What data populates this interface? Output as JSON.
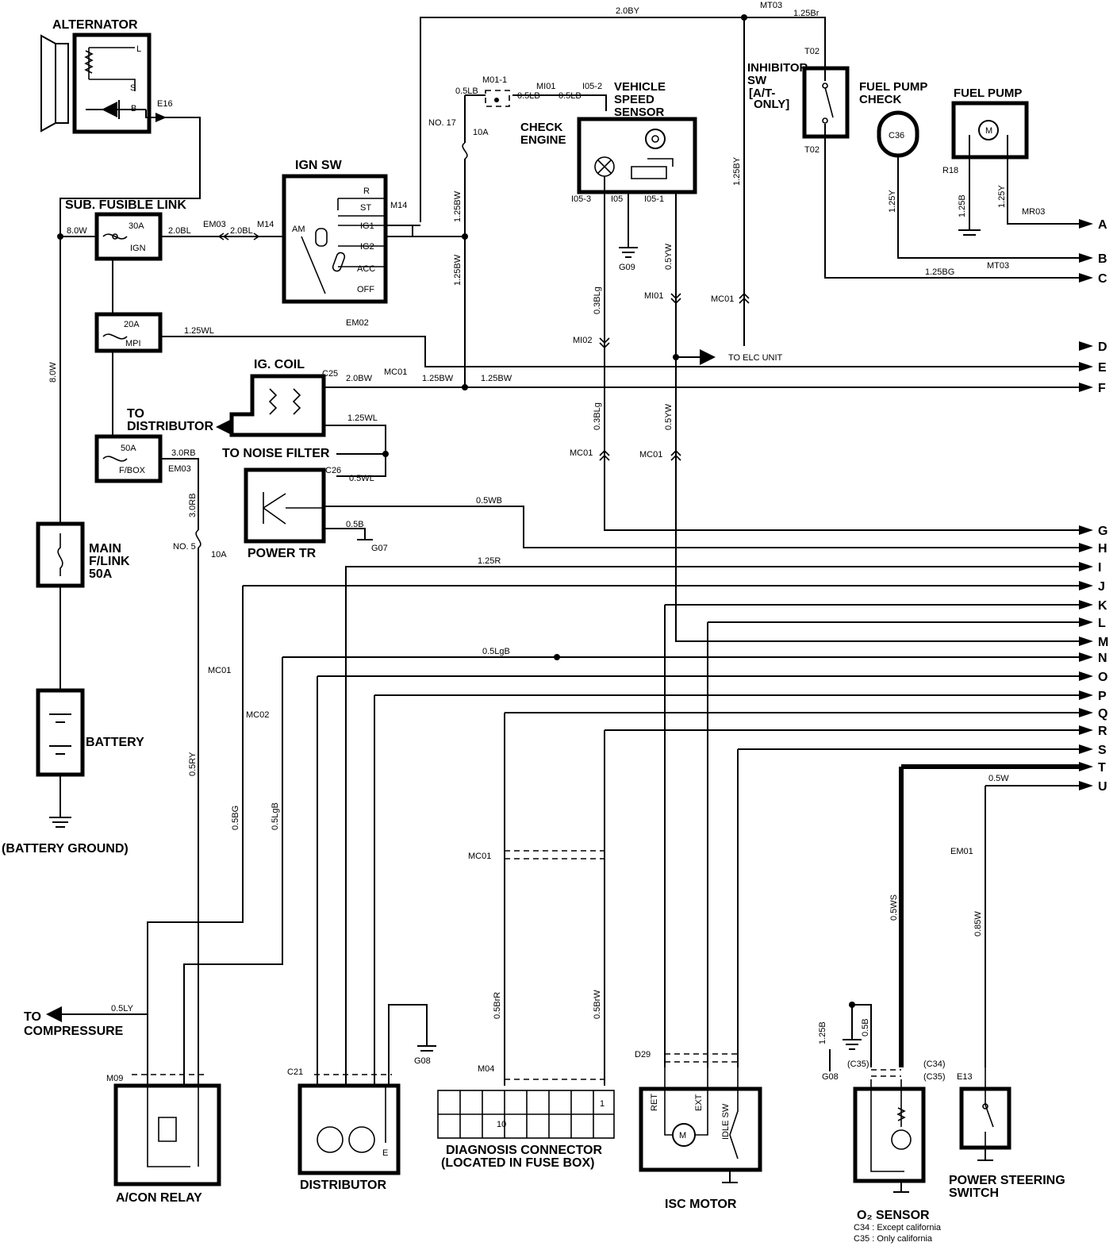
{
  "components": {
    "alternator": "ALTERNATOR",
    "alt_L": "L",
    "alt_S": "S",
    "alt_B": "B",
    "alt_conn": "E16",
    "sub_fusible_link": "SUB. FUSIBLE LINK",
    "ign_fuse": "30A",
    "ign_fuse_name": "IGN",
    "mpi_fuse": "20A",
    "mpi_fuse_name": "MPI",
    "fbox_fuse": "50A",
    "fbox_fuse_name": "F/BOX",
    "main_link_1": "MAIN",
    "main_link_2": "F/LINK",
    "main_link_3": "50A",
    "battery": "BATTERY",
    "battery_ground": "(BATTERY GROUND)",
    "ign_sw": "IGN SW",
    "ign_r": "R",
    "ign_st": "ST",
    "ign_ig1": "IG1",
    "ign_ig2": "IG2",
    "ign_acc": "ACC",
    "ign_off": "OFF",
    "ign_am": "AM",
    "fuse_no17": "NO. 17",
    "fuse_no17_amp": "10A",
    "fuse_no5": "NO. 5",
    "fuse_no5_amp": "10A",
    "check_engine_1": "CHECK",
    "check_engine_2": "ENGINE",
    "vss_1": "VEHICLE",
    "vss_2": "SPEED",
    "vss_3": "SENSOR",
    "inhibitor_1": "INHIBITOR",
    "inhibitor_2": "SW",
    "inhibitor_3": "[A/T-",
    "inhibitor_4": "ONLY]",
    "fuel_pump_check_1": "FUEL PUMP",
    "fuel_pump_check_2": "CHECK",
    "fuel_pump_check_conn": "C36",
    "fuel_pump": "FUEL PUMP",
    "motor_m": "M",
    "ig_coil": "IG. COIL",
    "to_distributor_1": "TO",
    "to_distributor_2": "DISTRIBUTOR",
    "to_noise_filter": "TO NOISE FILTER",
    "power_tr": "POWER TR",
    "to_compressure_1": "TO",
    "to_compressure_2": "COMPRESSURE",
    "acon_relay": "A/CON RELAY",
    "distributor": "DISTRIBUTOR",
    "diag_conn_1": "DIAGNOSIS CONNECTOR",
    "diag_conn_2": "(LOCATED IN FUSE BOX)",
    "isc_motor": "ISC MOTOR",
    "isc_ret": "RET",
    "isc_ext": "EXT",
    "isc_idle": "IDLE SW",
    "o2_sensor": "O₂ SENSOR",
    "o2_note_1": "C34 : Except california",
    "o2_note_2": "C35 : Only california",
    "ps_switch_1": "POWER STEERING",
    "ps_switch_2": "SWITCH",
    "to_elc_unit": "TO ELC UNIT",
    "dist_e": "E",
    "diag_pin10": "10",
    "diag_pin1": "1"
  },
  "outputs": [
    "A",
    "B",
    "C",
    "D",
    "E",
    "F",
    "G",
    "H",
    "I",
    "J",
    "K",
    "L",
    "M",
    "N",
    "O",
    "P",
    "Q",
    "R",
    "S",
    "T",
    "U"
  ],
  "wires": {
    "w_8_0w_a": "8.0W",
    "w_8_0w_b": "8.0W",
    "w_2_0bl_a": "2.0BL",
    "w_2_0bl_b": "2.0BL",
    "w_2_0by": "2.0BY",
    "w_1_25br": "1.25Br",
    "w_1_25by": "1.25BY",
    "w_0_5lb_a": "0.5LB",
    "w_0_5lb_b": "0.5LB",
    "w_0_5lb_c": "0.5LB",
    "w_1_25bw_a": "1.25BW",
    "w_1_25bw_b": "1.25BW",
    "w_1_25bw_c": "1.25BW",
    "w_1_25bw_d": "1.25BW",
    "w_1_25wl_a": "1.25WL",
    "w_1_25wl_b": "1.25WL",
    "w_2_0bw": "2.0BW",
    "w_3_0rb_a": "3.0RB",
    "w_3_0rb_b": "3.0RB",
    "w_0_5wl": "0.5WL",
    "w_0_5b_a": "0.5B",
    "w_0_5wb": "0.5WB",
    "w_0_3blg_a": "0.3BLg",
    "w_0_3blg_b": "0.3BLg",
    "w_0_5yw_a": "0.5YW",
    "w_0_5yw_b": "0.5YW",
    "w_1_25r": "1.25R",
    "w_0_5lgb_a": "0.5LgB",
    "w_0_5lgb_b": "0.5LgB",
    "w_0_5ry": "0.5RY",
    "w_0_5bg": "0.5BG",
    "w_0_5ly": "0.5LY",
    "w_0_5br_r": "0.5BrR",
    "w_0_5br_w": "0.5BrW",
    "w_0_5ws": "0.5WS",
    "w_0_5w": "0.5W",
    "w_0_85w": "0.85W",
    "w_1_25b_a": "1.25B",
    "w_1_25b_b": "1.25B",
    "w_0_5b_b": "0.5B",
    "w_1_25y_a": "1.25Y",
    "w_1_25y_b": "1.25Y",
    "w_1_25bg": "1.25BG"
  },
  "connectors": {
    "em03": "EM03",
    "m14": "M14",
    "mt03": "MT03",
    "t02": "T02",
    "m01_1": "M01-1",
    "mi01": "MI01",
    "i05_2": "I05-2",
    "i05_3": "I05-3",
    "i05": "I05",
    "i05_1": "I05-1",
    "g09": "G09",
    "mi02": "MI02",
    "mc01": "MC01",
    "mc02": "MC02",
    "em02": "EM02",
    "c25": "C25",
    "c26": "C26",
    "g07": "G07",
    "mr03": "MR03",
    "r18": "R18",
    "m09": "M09",
    "c21": "C21",
    "g08": "G08",
    "m04": "M04",
    "d29": "D29",
    "em01": "EM01",
    "e13": "E13",
    "c35": "(C35)",
    "c34": "(C34)"
  }
}
